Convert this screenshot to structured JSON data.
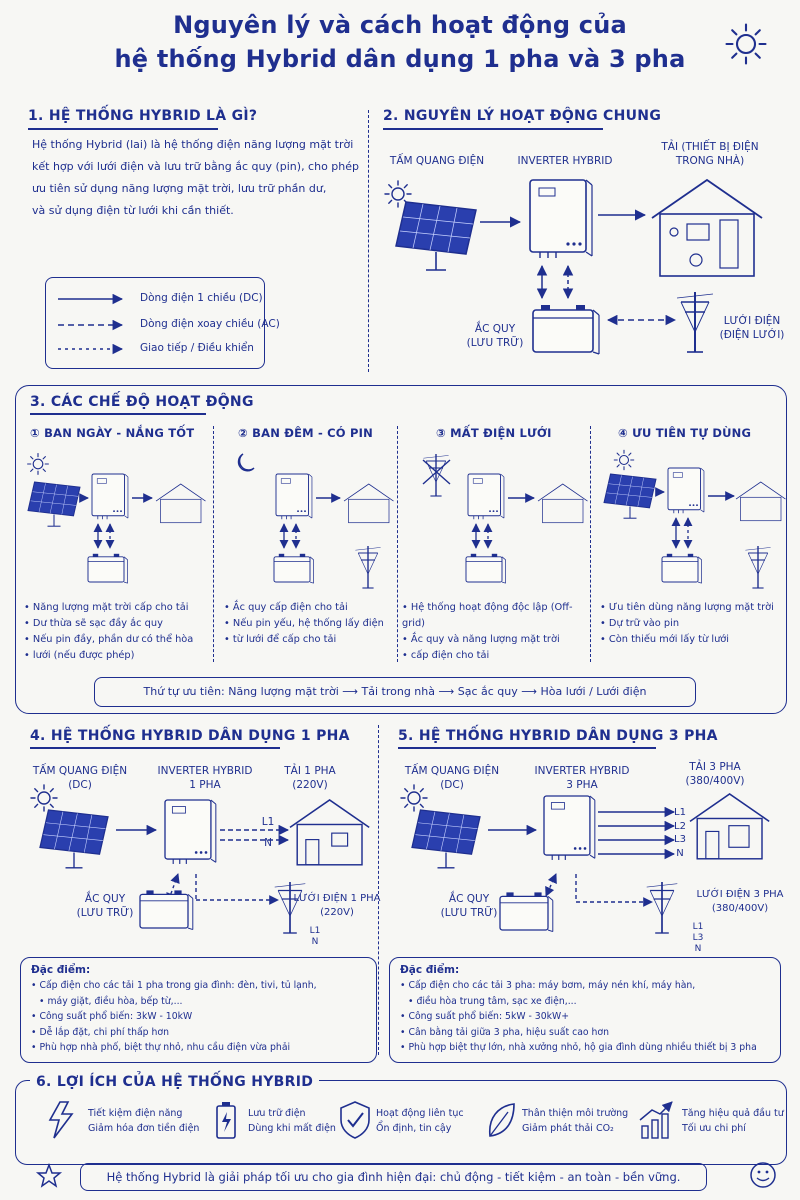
{
  "title": {
    "line1": "Nguyên lý và cách hoạt động của",
    "line2": "hệ thống Hybrid dân dụng 1 pha và 3 pha"
  },
  "section1": {
    "heading": "1. HỆ THỐNG HYBRID LÀ GÌ?",
    "lines": [
      "Hệ thống Hybrid (lai) là hệ thống điện năng lượng mặt trời",
      "kết hợp với lưới điện và lưu trữ bằng ắc quy (pin), cho phép",
      "ưu tiên sử dụng năng lượng mặt trời, lưu trữ phần dư,",
      "và sử dụng điện từ lưới khi cần thiết."
    ],
    "legend": [
      "Dòng điện 1 chiều (DC)",
      "Dòng điện xoay chiều (AC)",
      "Giao tiếp / Điều khiển"
    ]
  },
  "section2": {
    "heading": "2. NGUYÊN LÝ HOẠT ĐỘNG CHUNG",
    "panel": "TẤM QUANG ĐIỆN",
    "inverter": "INVERTER HYBRID",
    "load1": "TẢI (THIẾT BỊ ĐIỆN",
    "load2": "TRONG NHÀ)",
    "battery1": "ẮC QUY",
    "battery2": "(LƯU TRỮ)",
    "grid1": "LƯỚI ĐIỆN",
    "grid2": "(ĐIỆN LƯỚI)"
  },
  "section3": {
    "heading": "3. CÁC CHẾ ĐỘ HOẠT ĐỘNG",
    "modes": [
      {
        "title": "① BAN NGÀY - NẮNG TỐT",
        "bullets": [
          "Năng lượng mặt trời cấp cho tải",
          "Dư thừa sẽ sạc đầy ắc quy",
          "Nếu pin đầy, phần dư có thể hòa",
          "lưới (nếu được phép)"
        ]
      },
      {
        "title": "② BAN ĐÊM - CÓ PIN",
        "bullets": [
          "Ắc quy cấp điện cho tải",
          "Nếu pin yếu, hệ thống lấy điện",
          "từ lưới để cấp cho tải"
        ]
      },
      {
        "title": "③ MẤT ĐIỆN LƯỚI",
        "bullets": [
          "Hệ thống hoạt động độc lập (Off-grid)",
          "Ắc quy và năng lượng mặt trời",
          "cấp điện cho tải"
        ]
      },
      {
        "title": "④ ƯU TIÊN TỰ DÙNG",
        "bullets": [
          "Ưu tiên dùng năng lượng mặt trời",
          "Dự trữ vào pin",
          "Còn thiếu mới lấy từ lưới"
        ]
      }
    ],
    "priority": "Thứ tự ưu tiên:  Năng lượng mặt trời  ⟶  Tải trong nhà  ⟶  Sạc ắc quy  ⟶  Hòa lưới / Lưới điện"
  },
  "section4": {
    "heading": "4. HỆ THỐNG HYBRID DÂN DỤNG 1 PHA",
    "panel1": "TẤM QUANG ĐIỆN",
    "panel2": "(DC)",
    "inv1": "INVERTER HYBRID",
    "inv2": "1 PHA",
    "load1": "TẢI 1 PHA",
    "load2": "(220V)",
    "l1": "L1",
    "n": "N",
    "bat1": "ẮC QUY",
    "bat2": "(LƯU TRỮ)",
    "grid1": "LƯỚI ĐIỆN 1 PHA",
    "grid2": "(220V)",
    "grid_l1": "L1",
    "grid_n": "N",
    "features_title": "Đặc điểm:",
    "features": [
      "Cấp điện cho các tải 1 pha trong gia đình: đèn, tivi, tủ lạnh,",
      "máy giặt, điều hòa, bếp từ,...",
      "Công suất phổ biến: 3kW - 10kW",
      "Dễ lắp đặt, chi phí thấp hơn",
      "Phù hợp nhà phố, biệt thự nhỏ, nhu cầu điện vừa phải"
    ]
  },
  "section5": {
    "heading": "5. HỆ THỐNG HYBRID DÂN DỤNG 3 PHA",
    "panel1": "TẤM QUANG ĐIỆN",
    "panel2": "(DC)",
    "inv1": "INVERTER HYBRID",
    "inv2": "3 PHA",
    "load1": "TẢI 3 PHA",
    "load2": "(380/400V)",
    "phases": [
      "L1",
      "L2",
      "L3",
      "N"
    ],
    "bat1": "ẮC QUY",
    "bat2": "(LƯU TRỮ)",
    "grid1": "LƯỚI ĐIỆN 3 PHA",
    "grid2": "(380/400V)",
    "grid_phases": [
      "L1",
      "L3",
      "N"
    ],
    "features_title": "Đặc điểm:",
    "features": [
      "Cấp điện cho các tải 3 pha: máy bơm, máy nén khí, máy hàn,",
      "điều hòa trung tâm, sạc xe điện,...",
      "Công suất phổ biến: 5kW - 30kW+",
      "Cân bằng tải giữa 3 pha, hiệu suất cao hơn",
      "Phù hợp biệt thự lớn, nhà xưởng nhỏ, hộ gia đình dùng nhiều thiết bị 3 pha"
    ]
  },
  "section6": {
    "heading": "6. LỢI ÍCH CỦA HỆ THỐNG HYBRID",
    "benefits": [
      {
        "l1": "Tiết kiệm điện năng",
        "l2": "Giảm hóa đơn tiền điện",
        "icon": "lightning-icon"
      },
      {
        "l1": "Lưu trữ điện",
        "l2": "Dùng khi mất điện",
        "icon": "battery-icon"
      },
      {
        "l1": "Hoạt động liên tục",
        "l2": "Ổn định, tin cậy",
        "icon": "shield-check-icon"
      },
      {
        "l1": "Thân thiện môi trường",
        "l2": "Giảm phát thải CO₂",
        "icon": "leaf-icon"
      },
      {
        "l1": "Tăng hiệu quả đầu tư",
        "l2": "Tối ưu chi phí",
        "icon": "growth-chart-icon"
      }
    ],
    "final": "Hệ thống Hybrid là giải pháp tối ưu cho gia đình hiện đại: chủ động - tiết kiệm - an toàn - bền vững."
  }
}
